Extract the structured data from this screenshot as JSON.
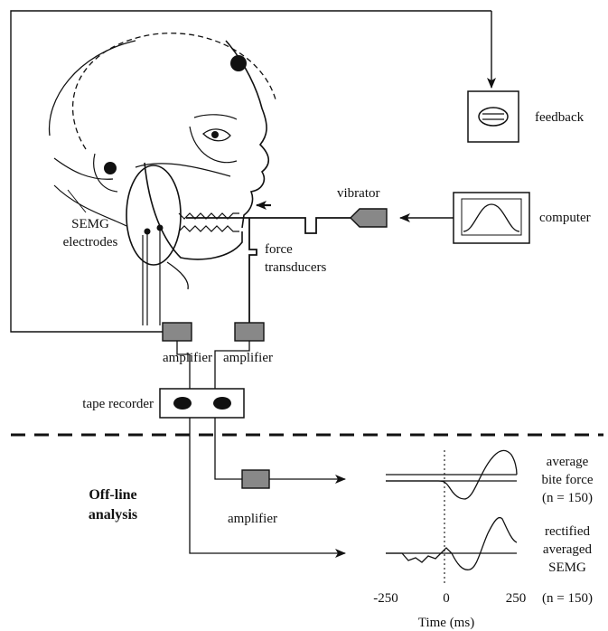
{
  "labels": {
    "feedback": "feedback",
    "vibrator": "vibrator",
    "computer": "computer",
    "semg_line1": "SEMG",
    "semg_line2": "electrodes",
    "force_line1": "force",
    "force_line2": "transducers",
    "amplifier_left": "amplifier",
    "amplifier_right": "amplifier",
    "tape_recorder": "tape recorder",
    "offline_line1": "Off-line",
    "offline_line2": "analysis",
    "amplifier_bottom": "amplifier",
    "avg_force_line1": "average",
    "avg_force_line2": "bite force",
    "avg_force_line3": "(n = 150)",
    "semg_out_line1": "rectified",
    "semg_out_line2": "averaged",
    "semg_out_line3": "SEMG",
    "semg_out_line4": "(n = 150)",
    "tick_neg250": "-250",
    "tick_0": "0",
    "tick_250": "250",
    "time_axis": "Time (ms)"
  },
  "colors": {
    "ink": "#111111",
    "device_fill": "#888888",
    "background": "#ffffff"
  }
}
